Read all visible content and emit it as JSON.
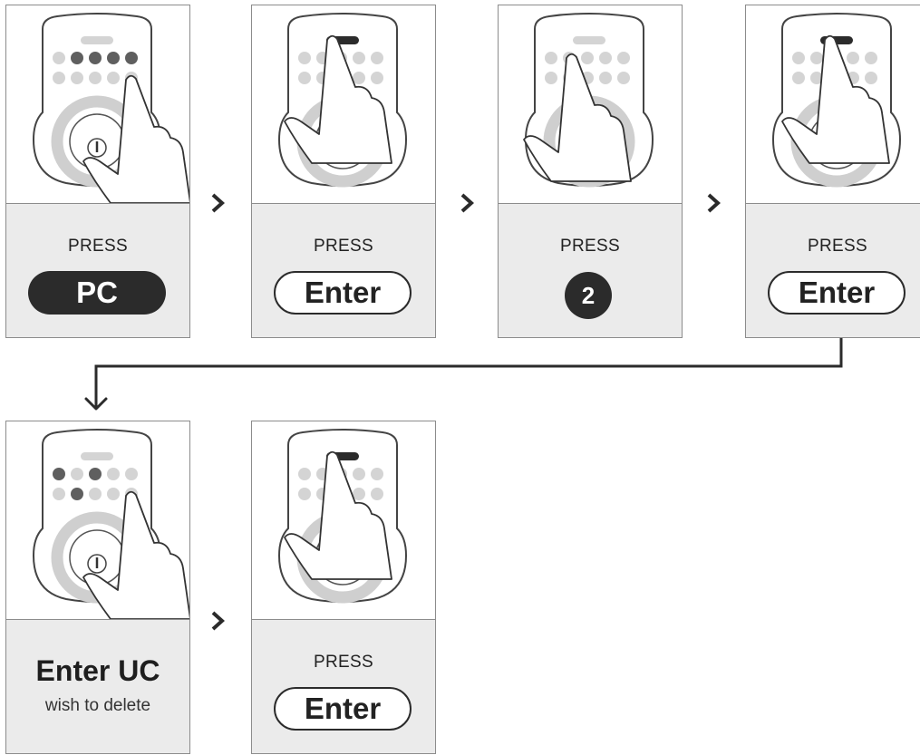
{
  "steps": [
    {
      "label": "PRESS",
      "key": "PC",
      "style": "dark-pill",
      "pressed_dots": [
        2,
        3,
        4,
        5
      ]
    },
    {
      "label": "PRESS",
      "key": "Enter",
      "style": "outline-pill",
      "pressed_dots": []
    },
    {
      "label": "PRESS",
      "key": "2",
      "style": "dark-circle",
      "pressed_dots": []
    },
    {
      "label": "PRESS",
      "key": "Enter",
      "style": "outline-pill",
      "pressed_dots": []
    },
    {
      "title": "Enter UC",
      "subtitle": "wish to delete",
      "pressed_dots": [
        1,
        3,
        7
      ]
    },
    {
      "label": "PRESS",
      "key": "Enter",
      "style": "outline-pill",
      "pressed_dots": []
    }
  ],
  "icons": {
    "step_arrow": "chevron-right-icon",
    "flow_arrow": "down-arrow-icon"
  },
  "colors": {
    "dark": "#2b2b2b",
    "caption_bg": "#ebebeb",
    "border": "#8c8c8c",
    "ring": "#cfcfcf",
    "dot_idle": "#d4d4d4",
    "dot_active": "#5f5f5f"
  }
}
